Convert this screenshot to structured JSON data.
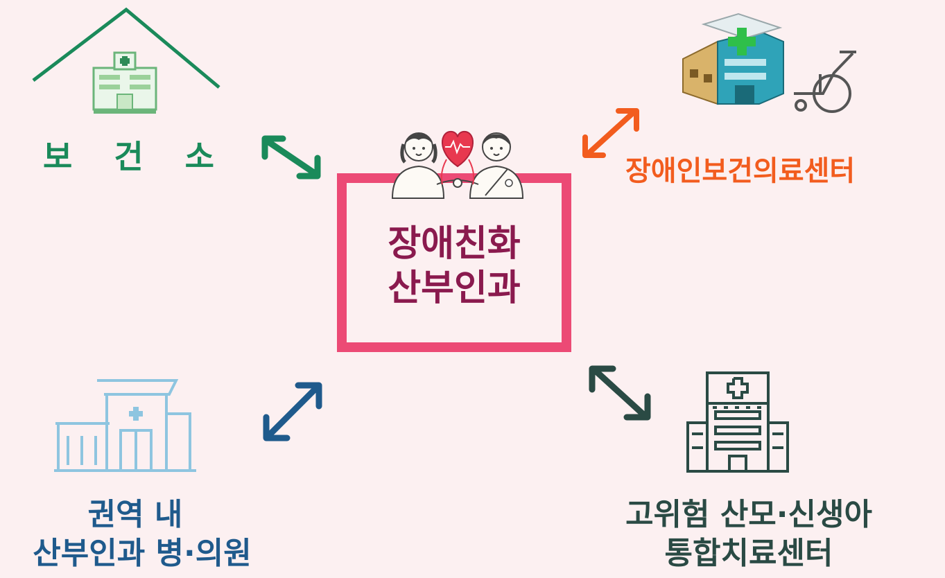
{
  "center": {
    "line1": "장애친화",
    "line2": "산부인과"
  },
  "nodes": {
    "health_center": {
      "label": "보 건 소"
    },
    "disability_center": {
      "label": "장애인보건의료센터"
    },
    "regional_clinics": {
      "line1": "권역 내",
      "line2": "산부인과 병·의원"
    },
    "high_risk_center": {
      "line1": "고위험 산모·신생아",
      "line2": "통합치료센터"
    }
  },
  "colors": {
    "background": "#fcf0f1",
    "center_border": "#ec4a75",
    "center_text": "#8a1a4e",
    "health_center": "#1a8a5a",
    "disability_center": "#f25c1e",
    "regional_clinics": "#1f5a8c",
    "high_risk_center": "#2a4a44",
    "heart": "#e8384f"
  },
  "icons": {
    "health_center": "hospital-under-roof-icon",
    "disability_center": "hospital-with-wheelchair-icon",
    "regional_clinics": "clinic-building-icon",
    "high_risk_center": "tall-hospital-icon",
    "center": "couple-with-heart-icon"
  }
}
